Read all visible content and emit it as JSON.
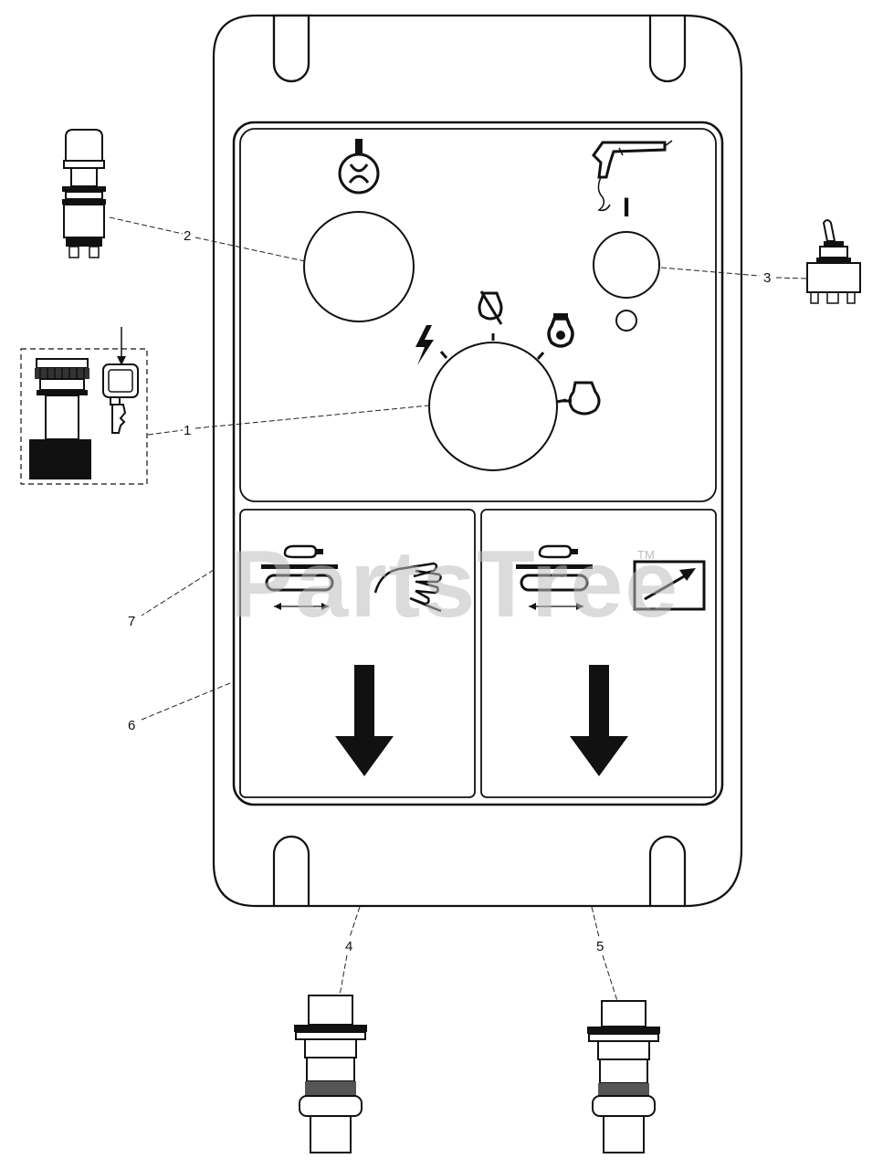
{
  "watermark": {
    "text": "PartsTree",
    "trademark": "TM"
  },
  "callouts": [
    {
      "number": "1",
      "part": "ignition-key-switch"
    },
    {
      "number": "2",
      "part": "push-button-switch"
    },
    {
      "number": "3",
      "part": "toggle-switch"
    },
    {
      "number": "4",
      "part": "connector-left"
    },
    {
      "number": "5",
      "part": "connector-right"
    },
    {
      "number": "6",
      "part": "control-panel-decal"
    },
    {
      "number": "7",
      "part": "control-panel"
    }
  ],
  "toggle_switch_marks": {
    "on": "I",
    "off": "O"
  },
  "ignition_positions": [
    "run",
    "off",
    "choke",
    "start"
  ],
  "colors": {
    "line": "#111111",
    "panel_fill": "#ffffff",
    "watermark": "#bdbdbd"
  }
}
